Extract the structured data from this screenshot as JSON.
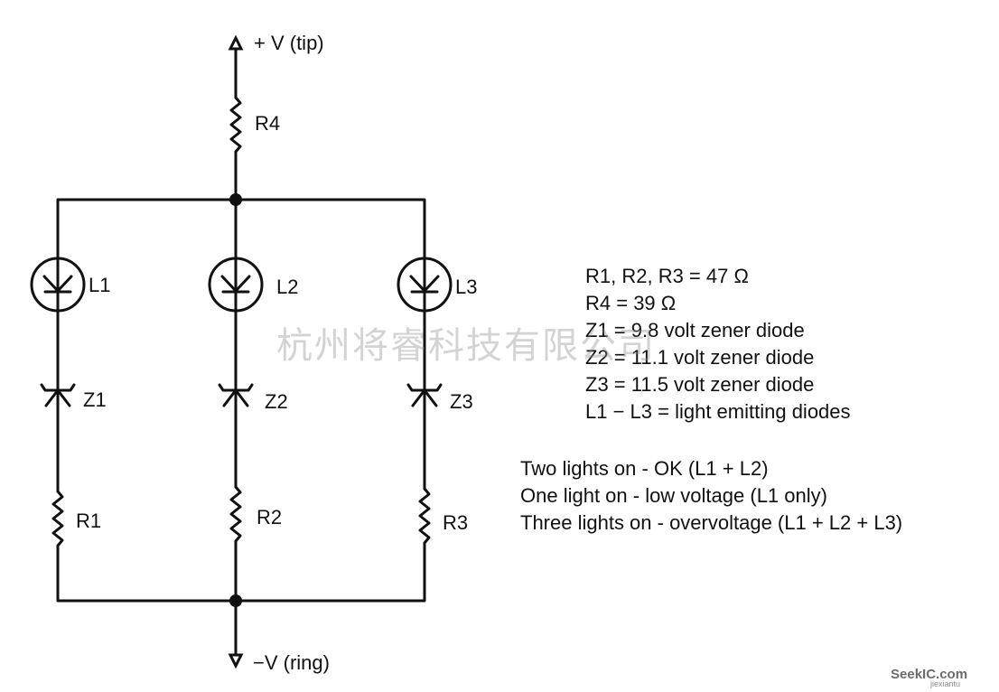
{
  "terminals": {
    "top": "+ V (tip)",
    "bottom": "−V  (ring)"
  },
  "components": {
    "R4": "R4",
    "L1": "L1",
    "L2": "L2",
    "L3": "L3",
    "Z1": "Z1",
    "Z2": "Z2",
    "Z3": "Z3",
    "R1": "R1",
    "R2": "R2",
    "R3": "R3"
  },
  "values": [
    "R1, R2, R3 = 47 Ω",
    "R4 = 39 Ω",
    "Z1 = 9.8 volt zener diode",
    "Z2 = 11.1 volt zener diode",
    "Z3 = 11.5 volt zener diode",
    "L1 − L3 = light emitting diodes"
  ],
  "status": [
    "Two lights on - OK (L1 + L2)",
    "One light on - low voltage (L1 only)",
    "Three lights on - overvoltage (L1 + L2 + L3)"
  ],
  "watermark": "杭州将睿科技有限公司",
  "site_logo": "SeekIC.com",
  "site_sub": "jiexiantu"
}
